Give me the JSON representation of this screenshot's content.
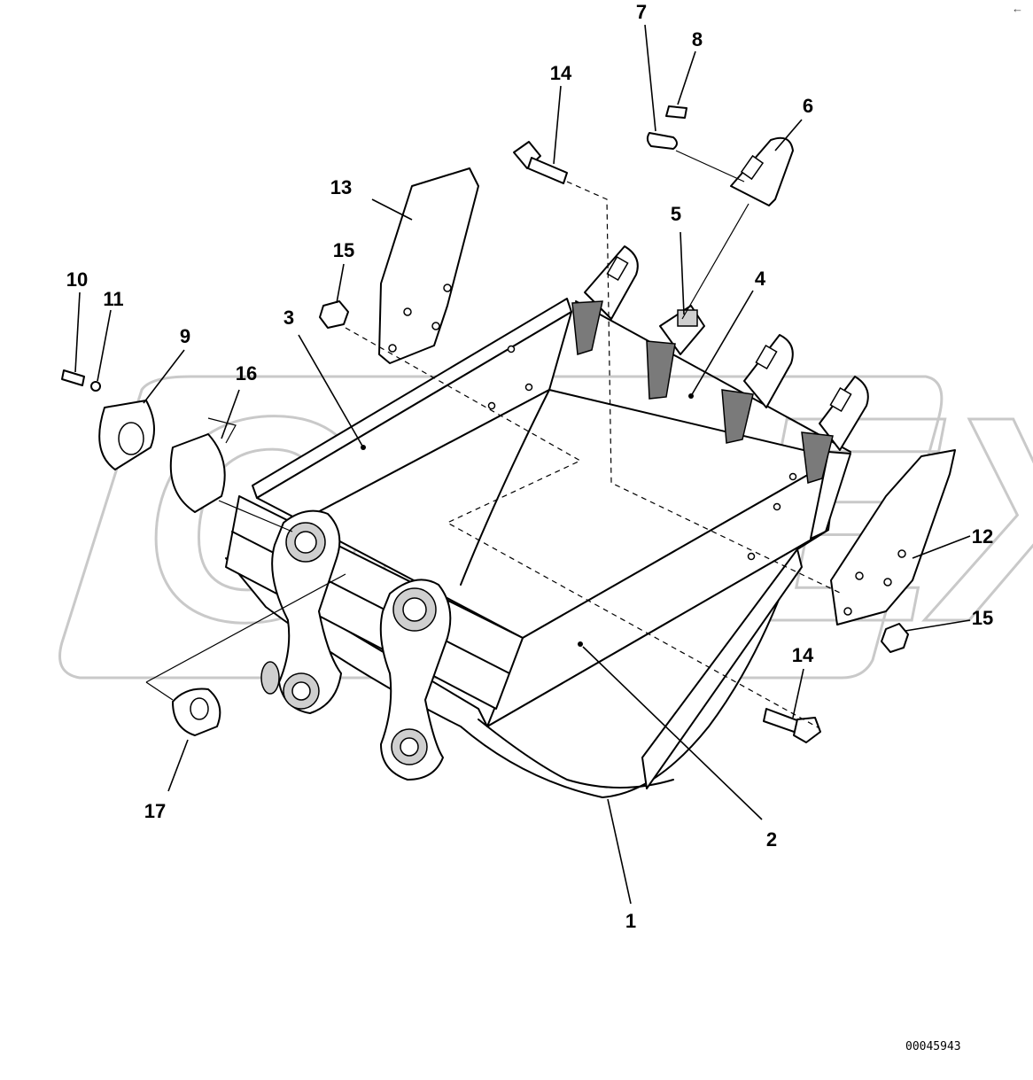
{
  "diagram": {
    "document_number": "00045943",
    "watermark": "OPLEX",
    "corner_mark": "←",
    "callouts": {
      "c1": "1",
      "c2": "2",
      "c3": "3",
      "c4": "4",
      "c5": "5",
      "c6": "6",
      "c7": "7",
      "c8": "8",
      "c9": "9",
      "c10": "10",
      "c11": "11",
      "c12": "12",
      "c13": "13",
      "c14a": "14",
      "c14b": "14",
      "c15a": "15",
      "c15b": "15",
      "c16": "16",
      "c17": "17"
    }
  }
}
